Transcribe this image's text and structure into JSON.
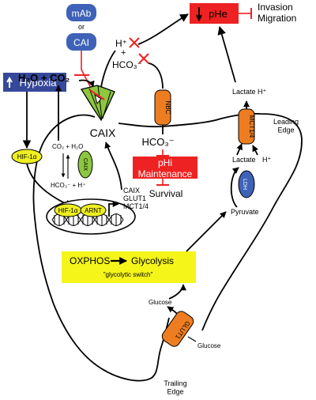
{
  "treatments": {
    "mab": "mAb",
    "or": "or",
    "cai": "CAI"
  },
  "hypoxia": "Hypoxia",
  "reaction": {
    "h2o_co2": "H₂O + CO₂",
    "h_plus": "H⁺",
    "plus": "+",
    "hco3": "HCO₃⁻"
  },
  "caix": "CAIX",
  "nbc": "NBC",
  "hco3_inside": "HCO₃⁻",
  "phi": "pHi\nMaintenance",
  "survival": "Survival",
  "phe": "pHe",
  "invasion": "Invasion\nMigration",
  "mct": "MCT1/4",
  "lactate_out": "Lactate  H⁺",
  "lactate_in": "Lactate",
  "h_in": "H⁺",
  "leading_edge": "Leading\nEdge",
  "ldh": "LDH",
  "pyruvate": "Pyruvate",
  "hif": "HIF-1α",
  "equilibrium": {
    "top": "CO₂ + H₂O",
    "bottom": "HCO₃⁻ + H⁺",
    "enzyme": "CAIX"
  },
  "nucleus": {
    "hif": "HIF-1α",
    "arnt": "ARNT",
    "genes": [
      "CAIX",
      "GLUT1",
      "MCT1/4"
    ]
  },
  "glycolysis": {
    "oxphos": "OXPHOS",
    "glycolysis": "Glycolysis",
    "switch": "\"glycolytic switch\""
  },
  "glucose_in": "Glucose",
  "glucose_out": "Glucose",
  "glut": "GLUT1",
  "trailing_edge": "Trailing\nEdge",
  "colors": {
    "red": "#ee2222",
    "navy": "#35489a",
    "orange": "#ee7d22",
    "yellow": "#eeee22",
    "green": "#8dc640",
    "blue": "#3e62b7",
    "yellow_box": "#f5f51a"
  }
}
